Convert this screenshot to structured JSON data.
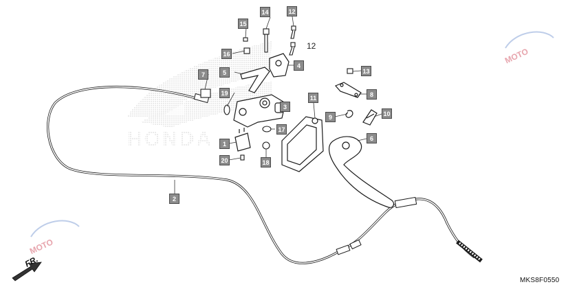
{
  "diagram": {
    "code": "MKS8F0550",
    "front_label": "FR.",
    "brand_watermark": "HONDA",
    "site_watermark": "MOTO",
    "callout_color": "#8c8c8c",
    "line_color": "#1a1a1a"
  },
  "callouts": [
    {
      "id": "1",
      "label": "1"
    },
    {
      "id": "2",
      "label": "2"
    },
    {
      "id": "3",
      "label": "3"
    },
    {
      "id": "4",
      "label": "4"
    },
    {
      "id": "5",
      "label": "5"
    },
    {
      "id": "6",
      "label": "6"
    },
    {
      "id": "7",
      "label": "7"
    },
    {
      "id": "8",
      "label": "8"
    },
    {
      "id": "9",
      "label": "9"
    },
    {
      "id": "10",
      "label": "10"
    },
    {
      "id": "11",
      "label": "11"
    },
    {
      "id": "12a",
      "label": "12"
    },
    {
      "id": "12b",
      "label": "12"
    },
    {
      "id": "13",
      "label": "13"
    },
    {
      "id": "14",
      "label": "14"
    },
    {
      "id": "15",
      "label": "15"
    },
    {
      "id": "16",
      "label": "16"
    },
    {
      "id": "17",
      "label": "17"
    },
    {
      "id": "18",
      "label": "18"
    },
    {
      "id": "19",
      "label": "19"
    },
    {
      "id": "20",
      "label": "20"
    }
  ]
}
